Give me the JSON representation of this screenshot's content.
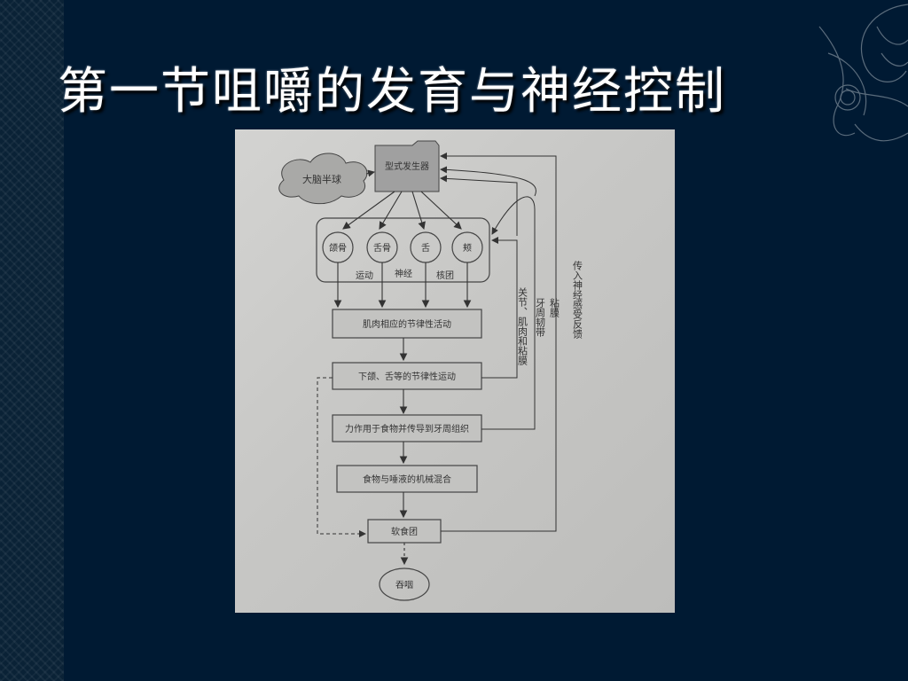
{
  "slide": {
    "title": "第一节咀嚼的发育与神经控制"
  },
  "diagram": {
    "cloud": "大脑半球",
    "generator": "型式发生器",
    "nuclei": [
      "颌骨",
      "舌骨",
      "舌",
      "颊"
    ],
    "nucleus_caption": [
      "运动",
      "神经",
      "核团"
    ],
    "steps": [
      "肌肉相应的节律性活动",
      "下颌、舌等的节律性运动",
      "力作用于食物并传导到牙周组织",
      "食物与唾液的机械混合",
      "软食团"
    ],
    "end": "吞咽",
    "feedback_labels": [
      "关节、肌肉和粘膜",
      "牙周韧带",
      "粘膜",
      "传入神经感受反馈"
    ]
  },
  "colors": {
    "background": "#001a33",
    "title": "#ffffff",
    "photo_paper": "#c9c9c7",
    "ink": "#333333"
  }
}
